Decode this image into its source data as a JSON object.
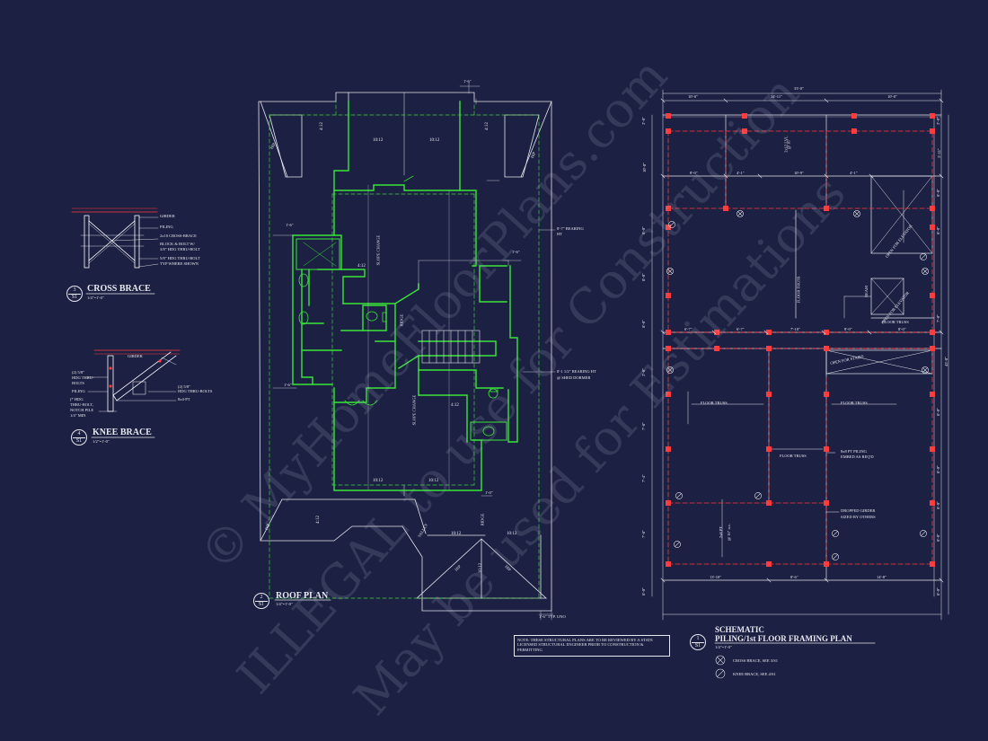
{
  "watermark": {
    "line1": "© MyHomeFloorPlans.com",
    "line2": "ILLEGAL to use for Construction",
    "line3": "May be used for Estimations"
  },
  "cross_brace": {
    "number": "3",
    "sheet": "S1",
    "title": "CROSS BRACE",
    "scale": "1/4\"=1'-0\"",
    "labels": [
      "GIRDER",
      "PILING",
      "2x10 CROSS-BRACE",
      "BLOCK & BOLT W/",
      "3/8\" HDG THRU-BOLT",
      "5/8\" HDG THRU-BOLT",
      "TYP WHERE SHOWN"
    ]
  },
  "knee_brace": {
    "number": "4",
    "sheet": "S1",
    "title": "KNEE BRACE",
    "scale": "1/2\"=1'-0\"",
    "labels": [
      "GIRDER",
      "(2) 5/8\"",
      "HDG THRU-",
      "BOLTS",
      "PILING",
      "(2) 5/8\"",
      "HDG THRU-BOLTS",
      "8x4-PT",
      "(* HDG",
      "THRU-BOLT,",
      "NOTCH PILE",
      "1/4\" MIN"
    ]
  },
  "roof_plan": {
    "number": "2",
    "sheet": "S1",
    "title": "ROOF PLAN",
    "scale": "1/4\"=1'-0\"",
    "labels": {
      "pitch_a": "10:12",
      "pitch_b": "10:12",
      "pitch_c": "4:12",
      "pitch_d": "4:12",
      "pitch_e": "4:12",
      "pitch_f": "4:12",
      "pitch_g": "10:12",
      "pitch_h": "10:12",
      "pitch_i": "4:12",
      "pitch_j": "10:12",
      "pitch_k": "10:12",
      "pitch_l": "10:12",
      "hip_a": "HIP",
      "hip_b": "HIP",
      "hip_c": "HIP",
      "hip_d": "HIP",
      "hip_e": "HIP",
      "ridge_a": "RIDGE",
      "ridge_b": "RIDGE",
      "slope_a": "SLOPE CHANGE",
      "slope_b": "SLOPE CHANGE",
      "valley": "VALLEY",
      "bearing1": "8'-7\" BEARING",
      "bearing1b": "HT",
      "bearing2": "8'-1 1/2\" BEARING HT",
      "bearing2b": "@ SHED DORMER",
      "typ": "1'-6\" TYP. UNO",
      "dim_a": "1'-6\"",
      "dim_b": "1'-6\"",
      "dim_c": "1'-6\"",
      "dim_d": "1'-6\"",
      "dim_e": "1'-0\""
    }
  },
  "note": {
    "text": "NOTE: THESE STRUCTURAL PLANS ARE TO BE REVIEWED BY A STATE LICENSED STRUCTURAL ENGINEER PRIOR TO CONSTRUCTION & PERMITTING"
  },
  "framing_plan": {
    "number": "1",
    "sheet": "S1",
    "title1": "SCHEMATIC",
    "title2": "PILING/1st FLOOR FRAMING PLAN",
    "scale": "1/4\"=1'-0\"",
    "legend": [
      "CROSS BRACE, SEE 3/S1",
      "KNEE BRACE, SEE 4/S1"
    ],
    "dims_top": [
      "33'-0\"",
      "10'-0\"",
      "14'-11\"",
      "10'-0\""
    ],
    "dims_row2": [
      "8'-0\"",
      "4'-1\"",
      "10'-9\"",
      "4'-1\""
    ],
    "dims_row3": [
      "6'-7\"",
      "6'-7\"",
      "7'-10\"",
      "8'-0\"",
      "8'-0\""
    ],
    "dims_bottom": [
      "13'-10\"",
      "8'-6\"",
      "14'-8\""
    ],
    "dims_left": [
      "2'-0\"",
      "10'-0\"",
      "8'-0\"",
      "8'-0\"",
      "8'-0\"",
      "2'-0\"",
      "7'-8\"",
      "7'-4\"",
      "7'-8\"",
      "8'-0\""
    ],
    "dims_right": [
      "2'-0\"",
      "5'-11\"",
      "8'-0\"",
      "8'-0\"",
      "7'-0\"",
      "45'-0\"",
      "8'-0\"",
      "8'-0\"",
      "8'-0\"",
      "8'-0\"",
      "8'-0\""
    ],
    "labels": {
      "floor_truss_a": "FLOOR TRUSS",
      "floor_truss_b": "FLOOR TRUSS",
      "floor_truss_c": "FLOOR TRUSS",
      "floor_truss_d": "FLOOR TRUSS",
      "floor_truss_e": "FLOOR TRUSS",
      "open_stairs": "OPEN FOR STAIRS",
      "open_elevator": "OPEN FOR ELEVATOR",
      "open_elevator2": "OPEN FOR ELEVATOR",
      "piling": "8x8 PT PILING",
      "piling2": "EMBED AS REQ'D",
      "girder": "DROPPED GIRDER",
      "girder2": "SIZED BY OTHERS",
      "lvl": "2x12 LVL",
      "lvl2": "@ 16\"",
      "pt": "2x8 PT",
      "pt2": "@ 16\" o.c.",
      "beam": "BEAM"
    }
  }
}
